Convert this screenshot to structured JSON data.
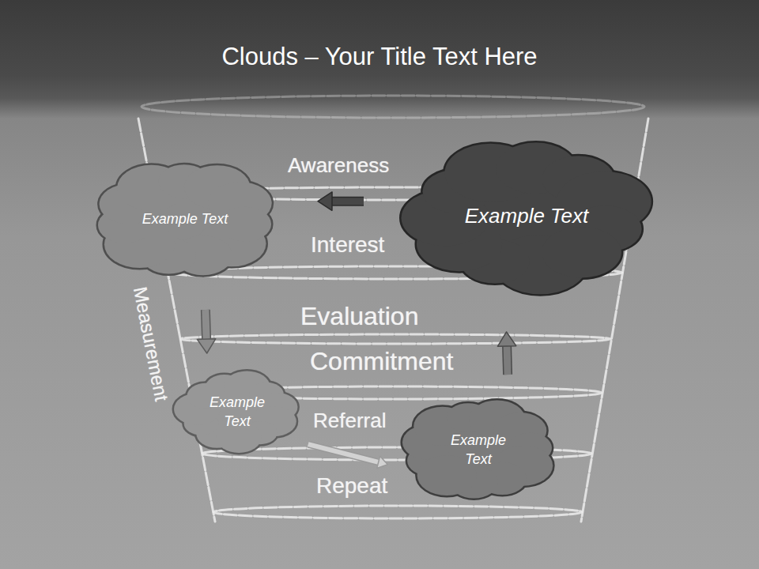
{
  "diagram": {
    "title": "Clouds – Your Title Text Here",
    "nodes": [
      {
        "text": [
          "Example Text"
        ]
      },
      {
        "text": [
          "Example Text"
        ]
      },
      {
        "text": [
          "Example Text"
        ]
      },
      {
        "text": [
          "Example Text"
        ]
      }
    ],
    "edges": [
      {
        "from": 1,
        "to": 0,
        "arrow": "to"
      },
      {
        "from": 0,
        "to": 2,
        "arrow": "to"
      },
      {
        "from": 2,
        "to": 3,
        "arrow": "to"
      },
      {
        "from": 3,
        "to": 1,
        "arrow": "to"
      }
    ],
    "labels": [
      "Awareness",
      "Interest",
      "Evaluation",
      "Commitment",
      "Referral",
      "Repeat",
      "Measurement"
    ]
  }
}
